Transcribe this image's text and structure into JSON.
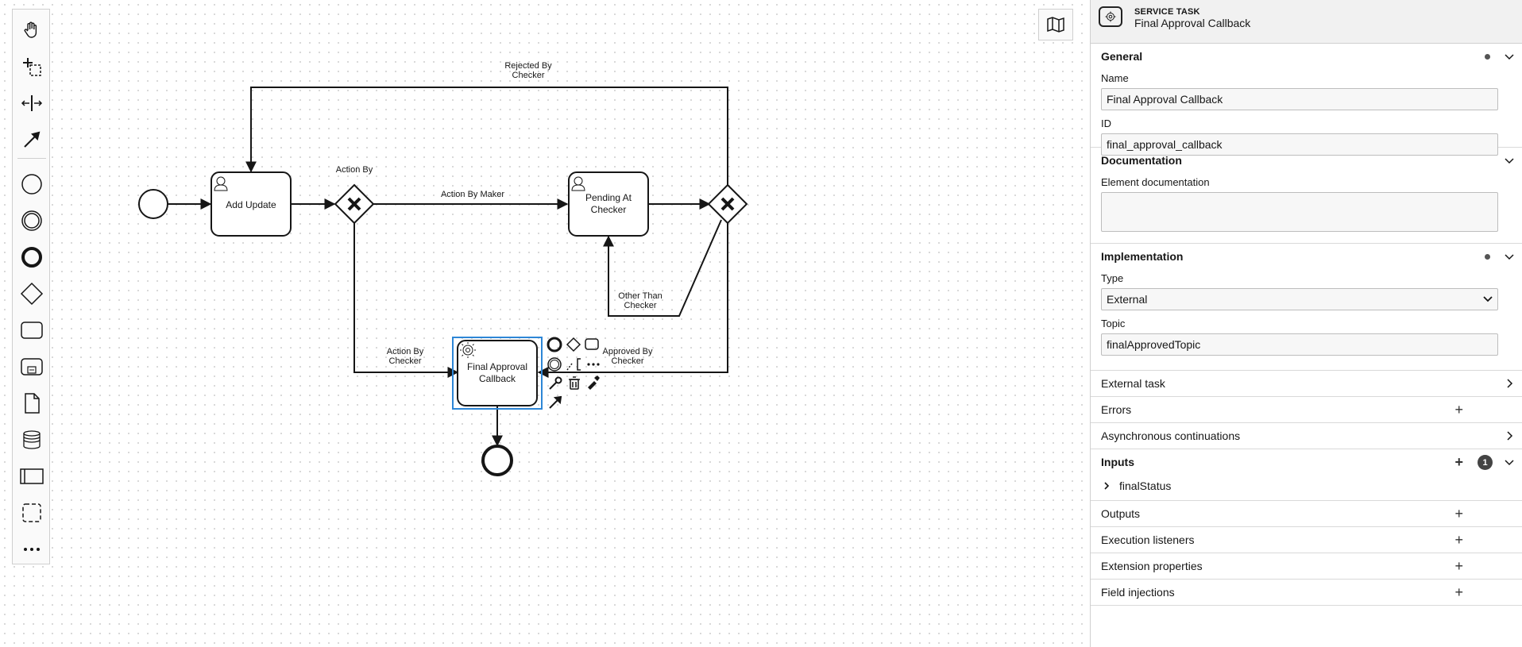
{
  "palette": {
    "tools": [
      "hand-tool",
      "lasso-tool",
      "space-tool",
      "connect-tool",
      "start-event",
      "intermediate-event",
      "end-event",
      "gateway",
      "task",
      "subprocess",
      "data-object",
      "data-store",
      "pool",
      "group",
      "more-tools"
    ]
  },
  "diagram": {
    "tasks": {
      "add_update": "Add Update",
      "pending_line1": "Pending At",
      "pending_line2": "Checker",
      "final_line1": "Final Approval",
      "final_line2": "Callback"
    },
    "labels": {
      "action_by": "Action By",
      "action_by_maker": "Action By Maker",
      "rejected_line1": "Rejected By",
      "rejected_line2": "Checker",
      "other_line1": "Other Than",
      "other_line2": "Checker",
      "action_by_checker_line1": "Action By",
      "action_by_checker_line2": "Checker",
      "approved_line1": "Approved By",
      "approved_line2": "Checker"
    }
  },
  "panel": {
    "header": {
      "type": "SERVICE TASK",
      "name": "Final Approval Callback"
    },
    "general": {
      "title": "General",
      "name_label": "Name",
      "name_value": "Final Approval Callback",
      "id_label": "ID",
      "id_value": "final_approval_callback"
    },
    "documentation": {
      "title": "Documentation",
      "doc_label": "Element documentation",
      "doc_value": ""
    },
    "implementation": {
      "title": "Implementation",
      "type_label": "Type",
      "type_value": "External",
      "topic_label": "Topic",
      "topic_value": "finalApprovedTopic"
    },
    "external_task": "External task",
    "errors": "Errors",
    "async": "Asynchronous continuations",
    "inputs": {
      "title": "Inputs",
      "count": "1",
      "item": "finalStatus"
    },
    "outputs": "Outputs",
    "execution_listeners": "Execution listeners",
    "extension_properties": "Extension properties",
    "field_injections": "Field injections"
  }
}
